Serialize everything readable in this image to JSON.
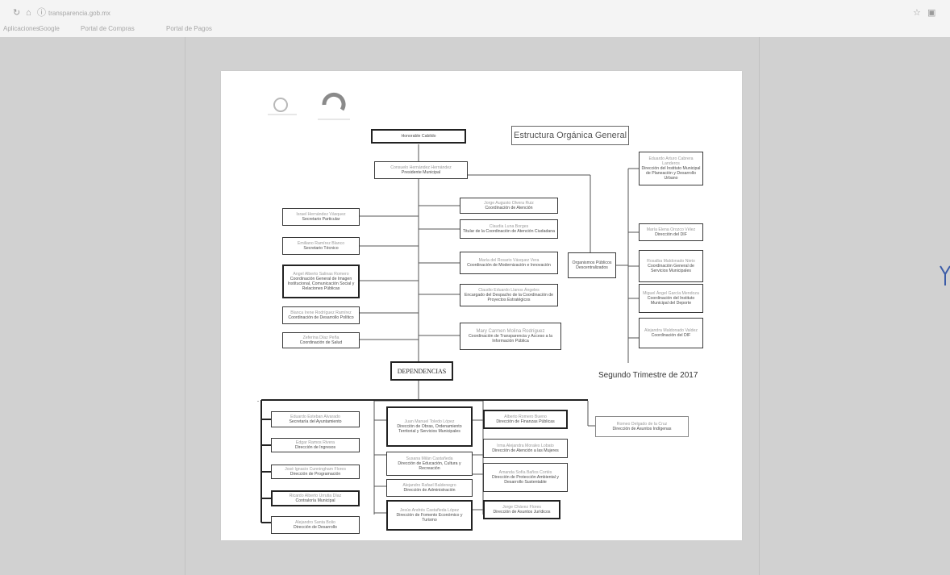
{
  "browser": {
    "url": "transparencia.gob.mx",
    "bookmarks": [
      "Aplicaciones",
      "Google",
      "Portal de Compras",
      "Portal de Pagos"
    ]
  },
  "document": {
    "title": "Estructura Orgánica General",
    "period": "Segundo Trimestre de 2017",
    "dependencias_label": "DEPENDENCIAS",
    "cabildo": "Honorable Cabildo",
    "president": {
      "name": "Consuelo Hernández Hernández",
      "role": "Presidente Municipal"
    },
    "left_units": [
      {
        "name": "Israel Hernández Vásquez",
        "role": "Secretario Particular"
      },
      {
        "name": "Emiliano Ramírez Blanco",
        "role": "Secretario Técnico"
      },
      {
        "name": "Angel Alberto Salinas Romero",
        "role": "Coordinación General de Imagen Institucional, Comunicación Social y Relaciones Públicas"
      },
      {
        "name": "Blanca Irene Rodríguez Ramírez",
        "role": "Coordinación de Desarrollo Político"
      },
      {
        "name": "Zeferina Díaz Peña",
        "role": "Coordinación de Salud"
      }
    ],
    "center_units": [
      {
        "name": "Jorge Augusto Olvera Ruiz",
        "role": "Coordinación de Atención"
      },
      {
        "name": "Claudia Luna Borges",
        "role": "Titular de la Coordinación de Atención Ciudadana"
      },
      {
        "name": "María del Rosario Vásquez Vera",
        "role": "Coordinación de Modernización e Innovación"
      },
      {
        "name": "Claudio Eduardo Llanos Ángeles",
        "role": "Encargado del Despacho de la Coordinación de Proyectos Estratégicos"
      },
      {
        "name": "Mary Carmen Molina Rodríguez",
        "role": "Coordinación de Transparencia y Acceso a la Información Pública"
      }
    ],
    "decentralized_label": "Organismos Públicos Descentralizados",
    "right_units": [
      {
        "name": "Eduardo Arturo Cabrera Landeros",
        "role": "Dirección del Instituto Municipal de Planeación y Desarrollo Urbano"
      },
      {
        "name": "María Elena Orozco Vélez",
        "role": "Dirección del DIF"
      },
      {
        "name": "Rosalba Maldonado Nieto",
        "role": "Coordinación General de Servicios Municipales"
      },
      {
        "name": "Miguel Ángel García Mendoza",
        "role": "Coordinación del Instituto Municipal del Deporte"
      },
      {
        "name": "Alejandra Maldonado Valdez",
        "role": "Coordinación del DIF"
      }
    ],
    "dep_col1": [
      {
        "name": "Eduardo Esteban Alvarado",
        "role": "Secretaría del Ayuntamiento"
      },
      {
        "name": "Edgar Ramos Rivera",
        "role": "Dirección de Ingresos"
      },
      {
        "name": "José Ignacio Cunningham Flores",
        "role": "Dirección de Programación"
      },
      {
        "name": "Ricardo Alberto Urrutia Díaz",
        "role": "Contraloría Municipal"
      },
      {
        "name": "Alejandro Santa Bolio",
        "role": "Dirección de Desarrollo"
      }
    ],
    "dep_col2": [
      {
        "name": "Juan Manuel Toledo López",
        "role": "Dirección de Obras, Ordenamiento Territorial y Servicios Municipales"
      },
      {
        "name": "Susana Milán Castañeda",
        "role": "Dirección de Educación, Cultura y Recreación"
      },
      {
        "name": "Alejandro Rafael Baldenegro",
        "role": "Dirección de Administración"
      },
      {
        "name": "Jesús Andrés Castañeda López",
        "role": "Dirección de Fomento Económico y Turismo"
      }
    ],
    "dep_col3": [
      {
        "name": "Alberto Romero Bueno",
        "role": "Dirección de Finanzas Públicas"
      },
      {
        "name": "Irma Alejandra Morales Lobato",
        "role": "Dirección de Atención a las Mujeres"
      },
      {
        "name": "Amanda Sofía Baños Cortés",
        "role": "Dirección de Protección Ambiental y Desarrollo Sustentable"
      },
      {
        "name": "Jorge Chávez Flores",
        "role": "Dirección de Asuntos Jurídicos"
      }
    ],
    "dep_far": {
      "name": "Romeo Delgado de la Cruz",
      "role": "Dirección de Asuntos Indígenas"
    }
  }
}
